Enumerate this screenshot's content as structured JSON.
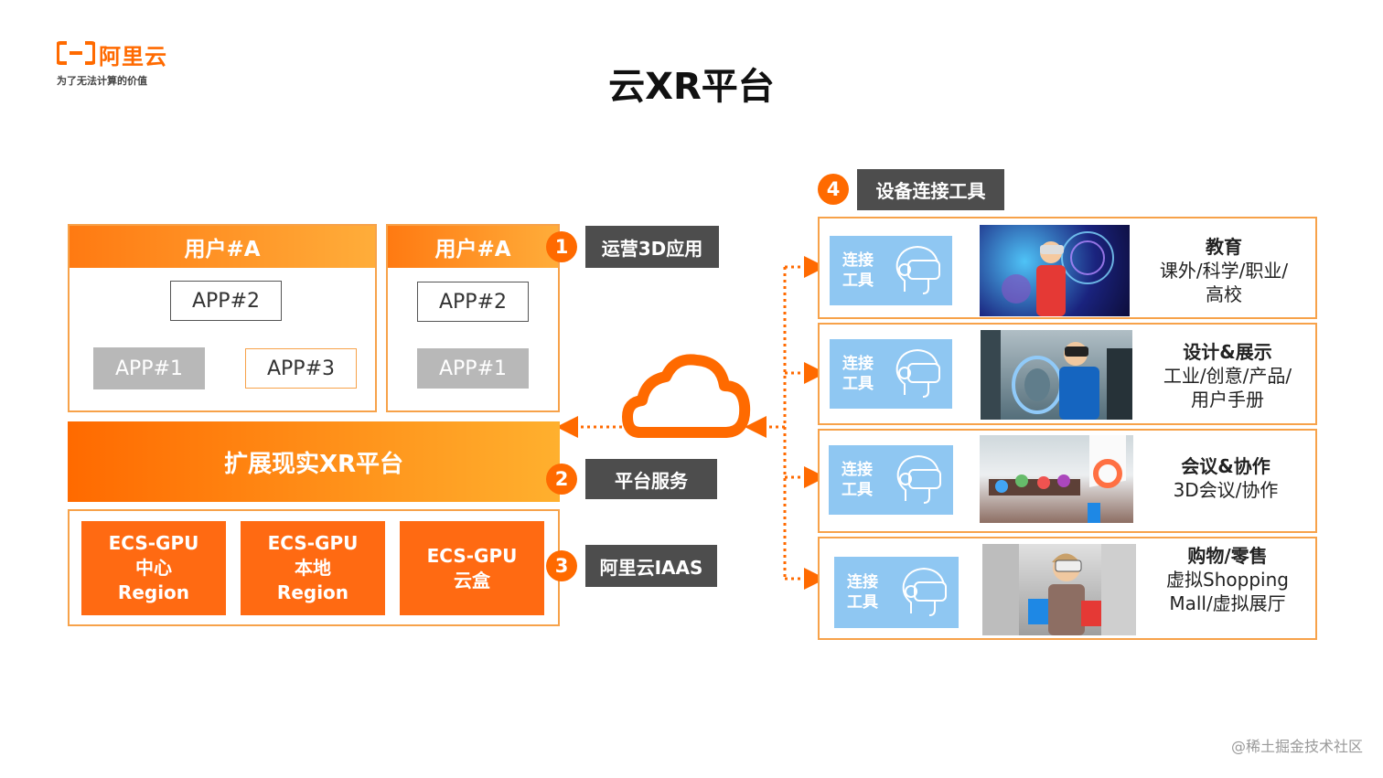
{
  "brand": {
    "logo_text": "阿里云",
    "slogan": "为了无法计算的价值",
    "color": "#ff6a00"
  },
  "title": "云XR平台",
  "users": [
    {
      "header": "用户#A",
      "apps": [
        "APP#2",
        "APP#1",
        "APP#3"
      ]
    },
    {
      "header": "用户#A",
      "apps": [
        "APP#2",
        "APP#1"
      ]
    }
  ],
  "platform_label": "扩展现实XR平台",
  "ecs_boxes": [
    "ECS-GPU\n中心\nRegion",
    "ECS-GPU\n本地\nRegion",
    "ECS-GPU\n云盒"
  ],
  "layers": [
    {
      "num": "1",
      "label": "运营3D应用"
    },
    {
      "num": "2",
      "label": "平台服务"
    },
    {
      "num": "3",
      "label": "阿里云IAAS"
    },
    {
      "num": "4",
      "label": "设备连接工具"
    }
  ],
  "connector_label": "连接\n工具",
  "scenarios": [
    {
      "title": "教育",
      "desc": "课外/科学/职业/\n高校",
      "icon": "vr-headset-icon"
    },
    {
      "title": "设计&展示",
      "desc": "工业/创意/产品/\n用户手册",
      "icon": "vr-headset-icon"
    },
    {
      "title": "会议&协作",
      "desc": "3D会议/协作",
      "icon": "vr-headset-icon"
    },
    {
      "title": "购物/零售",
      "desc": "虚拟Shopping\nMall/虚拟展厅",
      "icon": "vr-headset-icon"
    }
  ],
  "watermark": "@稀土掘金技术社区",
  "colors": {
    "accent": "#ff6a00",
    "tag": "#4d4d4d",
    "connector": "#8fc7f2",
    "border": "#f7a24a"
  }
}
